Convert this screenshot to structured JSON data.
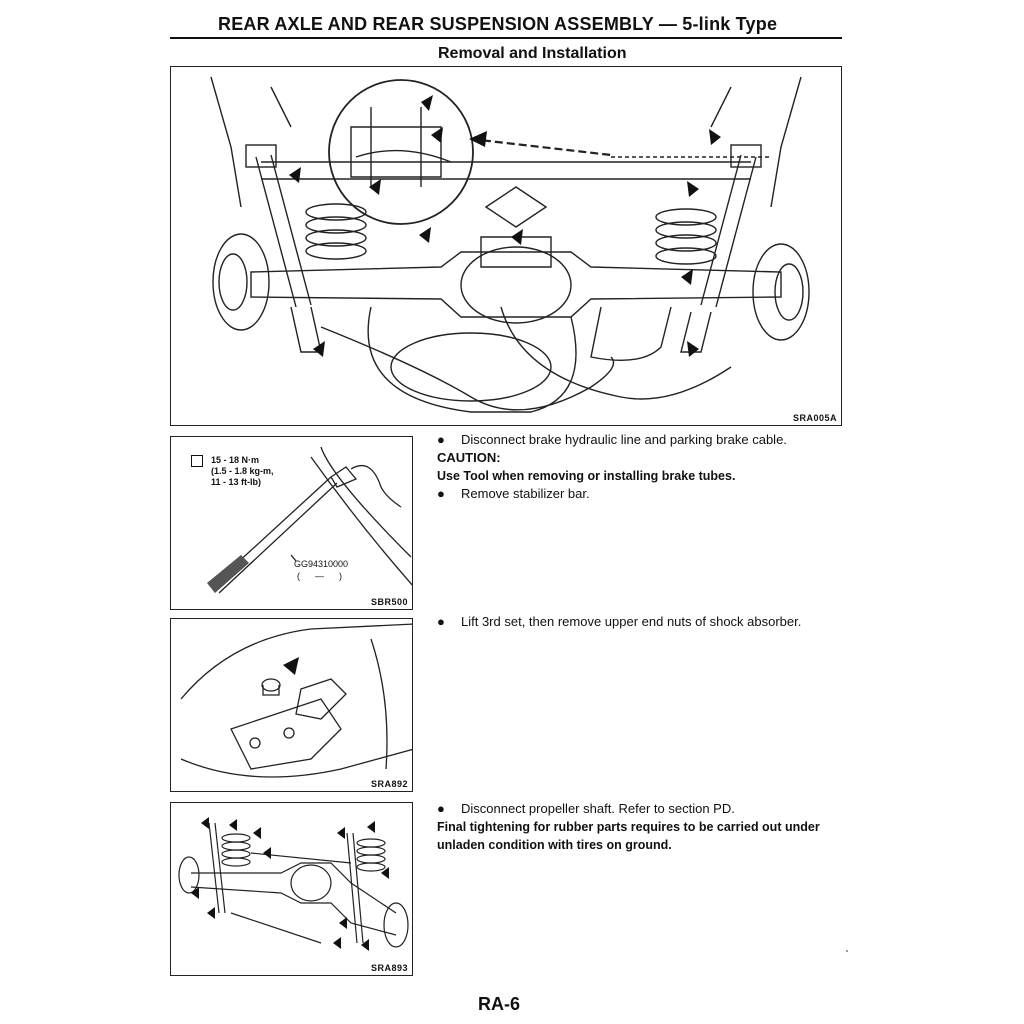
{
  "header": {
    "title": "REAR AXLE AND REAR SUSPENSION ASSEMBLY — 5-link Type",
    "subtitle": "Removal and Installation"
  },
  "figures": {
    "main": {
      "code": "SRA005A"
    },
    "fig1": {
      "code": "SBR500",
      "torque_lines": "15 - 18 N·m\n(1.5 - 1.8 kg-m,\n11 - 13 ft-lb)",
      "tool_code": "GG94310000",
      "tool_paren": "(      —      )"
    },
    "fig2": {
      "code": "SRA892"
    },
    "fig3": {
      "code": "SRA893"
    }
  },
  "instructions": {
    "step1": "Disconnect brake hydraulic line and parking brake cable.",
    "caution_label": "CAUTION:",
    "caution_text": "Use Tool when removing or installing brake tubes.",
    "step2": "Remove stabilizer bar.",
    "step3": "Lift 3rd set, then remove upper end nuts of shock absorber.",
    "step4": "Disconnect propeller shaft. Refer to section PD.",
    "note_line1": "Final tightening for rubber parts requires to be carried out under",
    "note_line2": "unladen condition with tires on ground.",
    "bullet": "●"
  },
  "footer": {
    "page": "RA-6"
  }
}
